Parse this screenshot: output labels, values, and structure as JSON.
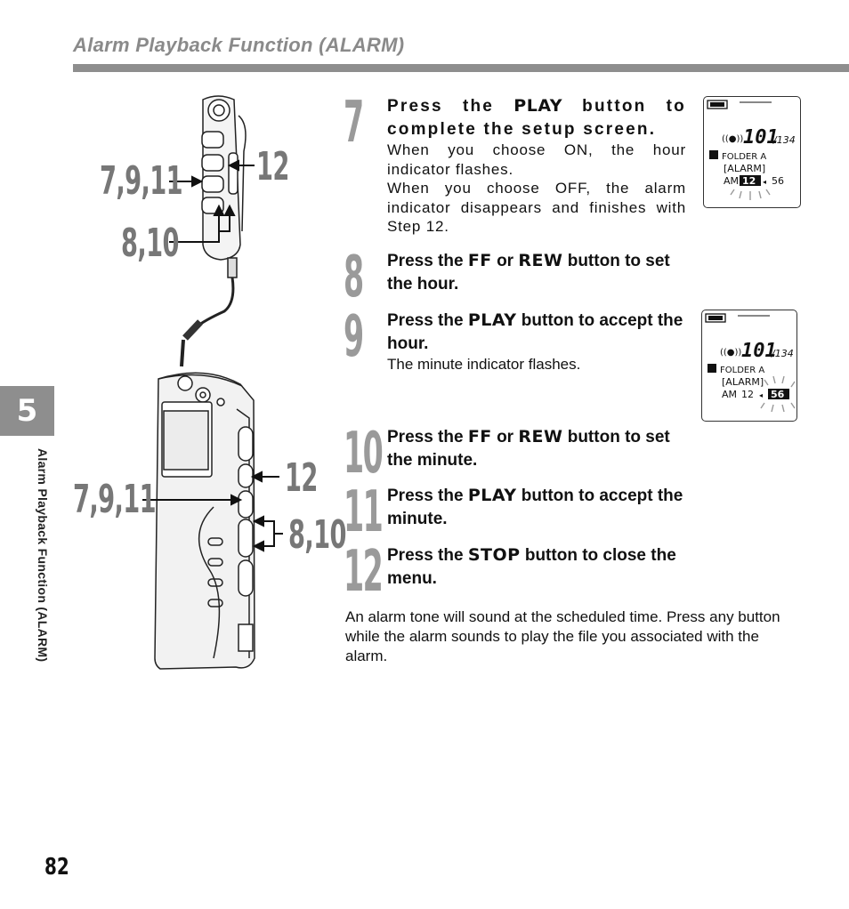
{
  "header": {
    "title": "Alarm Playback Function (ALARM)"
  },
  "sidebar": {
    "chapter_number": "5",
    "label": "Alarm Playback Function (ALARM)"
  },
  "page_number": "82",
  "illustration": {
    "callouts": {
      "top_left": "7,9,11",
      "top_right": "12",
      "top_bottom": "8,10",
      "bottom_left": "7,9,11",
      "bottom_right_upper": "12",
      "bottom_right_lower": "8,10"
    }
  },
  "steps": [
    {
      "number": "7",
      "pre": "Press the ",
      "keyword": "PLAY",
      "post": " button to complete the setup screen.",
      "desc": [
        "When you choose ON, the hour indicator flashes.",
        "When you choose OFF, the alarm indicator disappears and finishes with Step 12."
      ]
    },
    {
      "number": "8",
      "pre": "Press the ",
      "keyword": "FF",
      "mid": " or ",
      "keyword2": "REW",
      "post": " button to set the hour."
    },
    {
      "number": "9",
      "pre": "Press the ",
      "keyword": "PLAY",
      "post": " button to accept the hour.",
      "desc": [
        "The minute indicator flashes."
      ]
    },
    {
      "number": "10",
      "pre": "Press the ",
      "keyword": "FF",
      "mid": " or ",
      "keyword2": "REW",
      "post": " button to set the minute."
    },
    {
      "number": "11",
      "pre": "Press the ",
      "keyword": "PLAY",
      "post": " button to accept the minute."
    },
    {
      "number": "12",
      "pre": "Press the ",
      "keyword": "STOP",
      "post": " button to close the menu."
    }
  ],
  "closing_text": "An alarm tone will sound at the scheduled time. Press any button while the alarm sounds to play the file you associated with the alarm.",
  "displays": [
    {
      "file": "101",
      "total": "/134",
      "folder": "FOLDER A",
      "mode": "[ALARM]",
      "ampm": "AM",
      "hour": "12",
      "minute": "56",
      "highlight": "hour"
    },
    {
      "file": "101",
      "total": "/134",
      "folder": "FOLDER A",
      "mode": "[ALARM]",
      "ampm": "AM",
      "hour": "12",
      "minute": "56",
      "highlight": "minute"
    }
  ]
}
